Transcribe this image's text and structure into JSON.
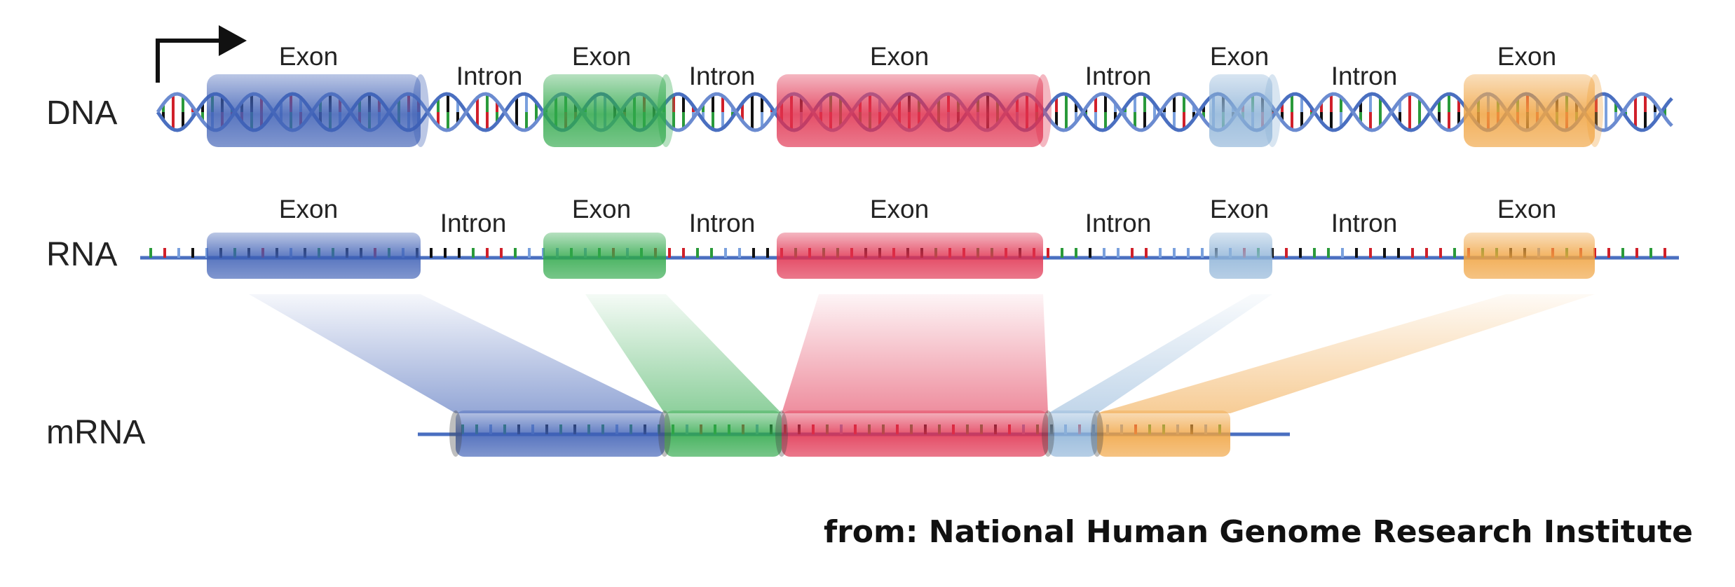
{
  "rows": {
    "dna": "DNA",
    "rna": "RNA",
    "mrna": "mRNA"
  },
  "segments": [
    {
      "type": "exon",
      "label": "Exon",
      "color": "#3d5fb5"
    },
    {
      "type": "intron",
      "label": "Intron"
    },
    {
      "type": "exon",
      "label": "Exon",
      "color": "#2fa84a"
    },
    {
      "type": "intron",
      "label": "Intron"
    },
    {
      "type": "exon",
      "label": "Exon",
      "color": "#e0304e"
    },
    {
      "type": "intron",
      "label": "Intron"
    },
    {
      "type": "exon",
      "label": "Exon",
      "color": "#8fb4d8"
    },
    {
      "type": "intron",
      "label": "Intron"
    },
    {
      "type": "exon",
      "label": "Exon",
      "color": "#f0a340"
    }
  ],
  "credit": "from: National Human Genome Research Institute",
  "colors": {
    "strand": "#4a6fc0",
    "base_red": "#d0202a",
    "base_green": "#2a9a3a",
    "base_black": "#111111",
    "base_blue": "#7aa0dd"
  }
}
